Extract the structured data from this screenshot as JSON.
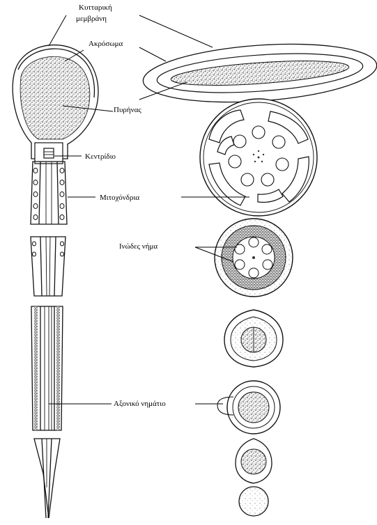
{
  "labels": {
    "cell_membrane_line1": "Κυτταρική",
    "cell_membrane_line2": "μεμβράνη",
    "acrosome": "Ακρόσωμα",
    "nucleus": "Πυρήνας",
    "centriole": "Κεντρίδιο",
    "mitochondria": "Μιτοχόνδρια",
    "fibrous_filament": "Ινώδες νήμα",
    "axial_filament": "Αξονικό νημάτιο"
  }
}
